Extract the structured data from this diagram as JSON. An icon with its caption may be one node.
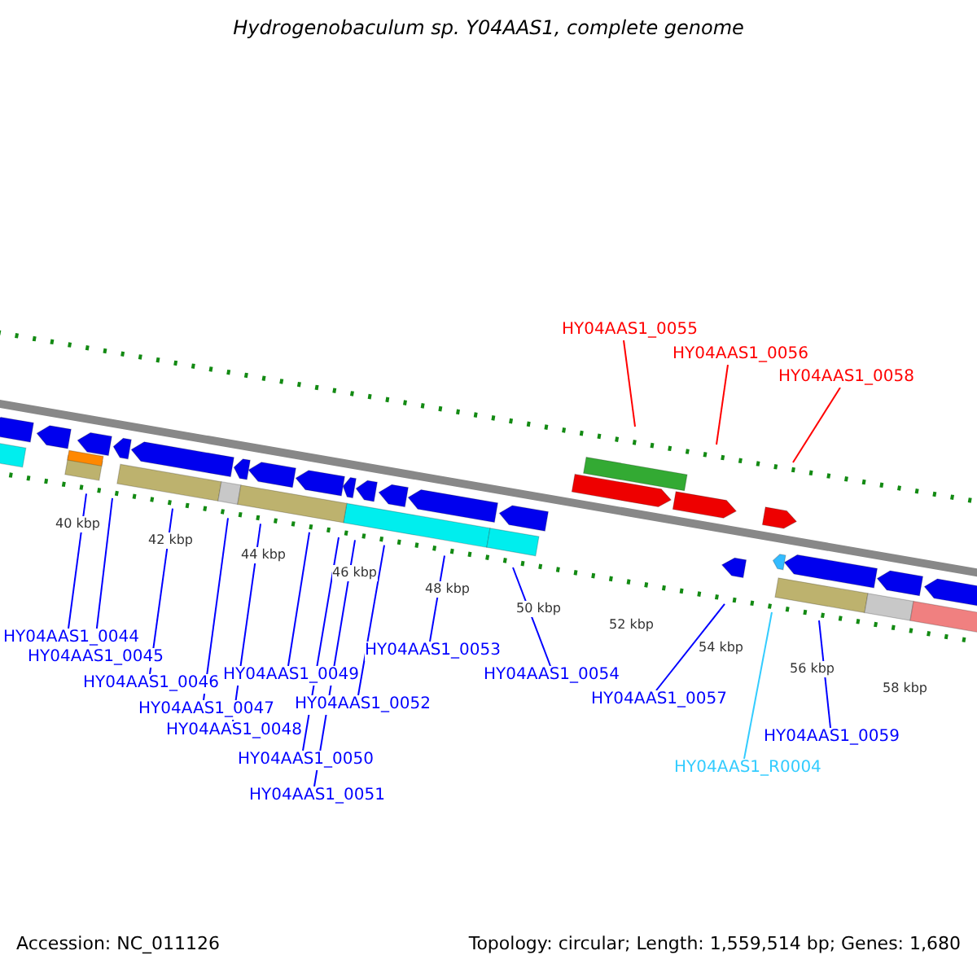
{
  "diagram": {
    "title": "Hydrogenobaculum sp. Y04AAS1, complete genome",
    "nodes": [
      {
        "text": [
          "HY04AAS1_0055"
        ]
      },
      {
        "text": [
          "HY04AAS1_0056"
        ]
      },
      {
        "text": [
          "HY04AAS1_0058"
        ]
      },
      {
        "text": [
          "HY04AAS1_0044"
        ]
      },
      {
        "text": [
          "HY04AAS1_0045"
        ]
      },
      {
        "text": [
          "HY04AAS1_0046"
        ]
      },
      {
        "text": [
          "HY04AAS1_0047"
        ]
      },
      {
        "text": [
          "HY04AAS1_0048"
        ]
      },
      {
        "text": [
          "HY04AAS1_0049"
        ]
      },
      {
        "text": [
          "HY04AAS1_0050"
        ]
      },
      {
        "text": [
          "HY04AAS1_0051"
        ]
      },
      {
        "text": [
          "HY04AAS1_0052"
        ]
      },
      {
        "text": [
          "HY04AAS1_0053"
        ]
      },
      {
        "text": [
          "HY04AAS1_0054"
        ]
      },
      {
        "text": [
          "HY04AAS1_0057"
        ]
      },
      {
        "text": [
          "HY04AAS1_R0004"
        ]
      },
      {
        "text": [
          "HY04AAS1_0059"
        ]
      }
    ],
    "edges": [
      {
        "from": 0,
        "to": null,
        "arrow": "none",
        "color": "#ff0000"
      },
      {
        "from": 1,
        "to": null,
        "arrow": "none",
        "color": "#ff0000"
      },
      {
        "from": 2,
        "to": null,
        "arrow": "none",
        "color": "#ff0000"
      },
      {
        "from": 3,
        "to": null,
        "arrow": "none"
      },
      {
        "from": 4,
        "to": null,
        "arrow": "none"
      },
      {
        "from": 5,
        "to": null,
        "arrow": "none"
      },
      {
        "from": 6,
        "to": null,
        "arrow": "none"
      },
      {
        "from": 7,
        "to": null,
        "arrow": "none"
      },
      {
        "from": 8,
        "to": null,
        "arrow": "none"
      },
      {
        "from": 9,
        "to": null,
        "arrow": "none"
      },
      {
        "from": 10,
        "to": null,
        "arrow": "none"
      },
      {
        "from": 11,
        "to": null,
        "arrow": "none"
      },
      {
        "from": 12,
        "to": null,
        "arrow": "none"
      },
      {
        "from": 13,
        "to": null,
        "arrow": "none"
      },
      {
        "from": 14,
        "to": null,
        "arrow": "none"
      },
      {
        "from": 15,
        "to": null,
        "arrow": "none",
        "color": "#33ccff"
      },
      {
        "from": 16,
        "to": null,
        "arrow": "none"
      }
    ],
    "labels": [
      "40 kbp",
      "42 kbp",
      "44 kbp",
      "46 kbp",
      "48 kbp",
      "50 kbp",
      "52 kbp",
      "54 kbp",
      "56 kbp",
      "58 kbp",
      "Accession: NC_011126",
      "Topology: circular; Length: 1,559,514 bp; Genes: 1,680"
    ]
  }
}
